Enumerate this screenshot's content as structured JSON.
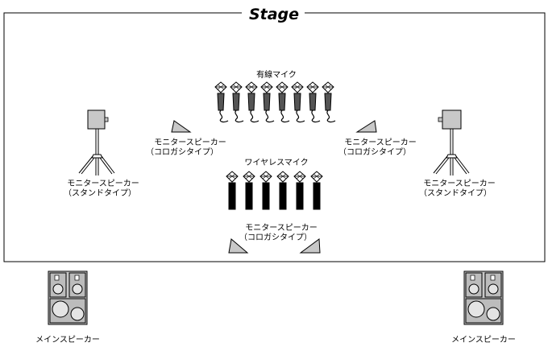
{
  "stage": {
    "title": "Stage",
    "wired_mics": {
      "label": "有線マイク",
      "count": 8
    },
    "wireless_mics": {
      "label": "ワイヤレスマイク",
      "count": 6
    },
    "wedge_monitor": {
      "line1": "モニタースピーカー",
      "line2": "（コロガシタイプ）"
    },
    "stand_monitor": {
      "line1": "モニタースピーカー",
      "line2": "（スタンドタイプ）"
    }
  },
  "main_speaker": {
    "label": "メインスピーカー"
  },
  "colors": {
    "outline": "#000000",
    "speaker_fill": "#c8c8c8",
    "speaker_panel": "#bcbcbc",
    "mic_body": "#555555",
    "wireless_body": "#000000"
  }
}
